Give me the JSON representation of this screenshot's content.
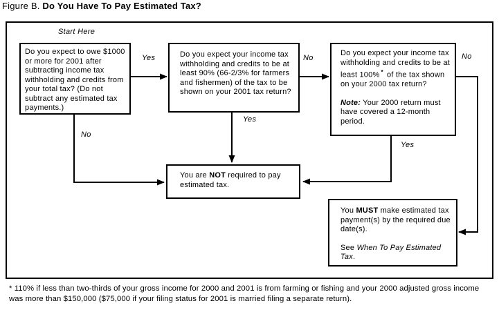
{
  "colors": {
    "ink": "#000000",
    "paper": "#ffffff"
  },
  "figure": {
    "title_prefix": "Figure B.",
    "title_main": "Do You Have To Pay Estimated Tax?"
  },
  "flowchart": {
    "start_label": "Start Here",
    "labels": {
      "yes": "Yes",
      "no": "No"
    },
    "boxes": {
      "q1": {
        "text": "Do you expect to owe $1000 or more for 2001 after subtracting income tax withholding and credits from your total tax? (Do not subtract any estimated tax payments.)"
      },
      "q2": {
        "text": "Do you expect your income tax withholding and credits to be at least 90% (66-2/3% for farmers and fishermen) of the tax to be shown on your 2001 tax return?"
      },
      "q3": {
        "text_pre": "Do you expect your income tax withholding and credits to be at least 100%",
        "footnote_marker": "*",
        "text_post": "of the tax shown on your 2000 tax return?",
        "note_label": "Note:",
        "note_text": "Your 2000 return must have covered a 12-month period."
      },
      "not_required": {
        "pre": "You are",
        "emphasis": "NOT",
        "post": "required to pay estimated tax."
      },
      "must_pay": {
        "pre": "You",
        "emphasis": "MUST",
        "post": "make estimated tax payment(s) by the required due date(s).",
        "see_prefix": "See",
        "see_reference": "When To Pay Estimated Tax",
        "see_suffix": "."
      }
    }
  },
  "footnote": {
    "line1": "* 110% if less than two-thirds of your gross income for 2000 and 2001 is from farming or fishing and your 2000 adjusted gross income",
    "line2": "was more than $150,000 ($75,000 if your filing status for 2001 is married filing a separate return)."
  }
}
